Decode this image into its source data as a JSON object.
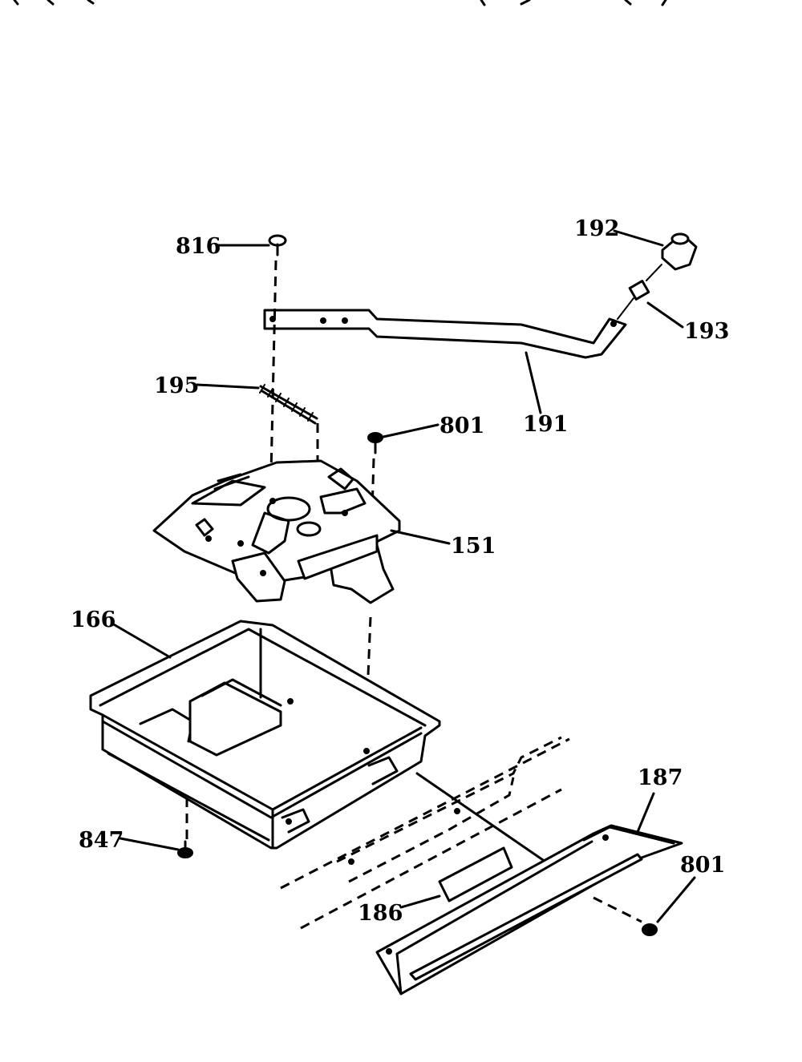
{
  "labels": {
    "p816": "816",
    "p192": "192",
    "p193": "193",
    "p191": "191",
    "p195": "195",
    "p801_top": "801",
    "p151": "151",
    "p166": "166",
    "p187": "187",
    "p801_bottom": "801",
    "p847": "847",
    "p186": "186"
  }
}
